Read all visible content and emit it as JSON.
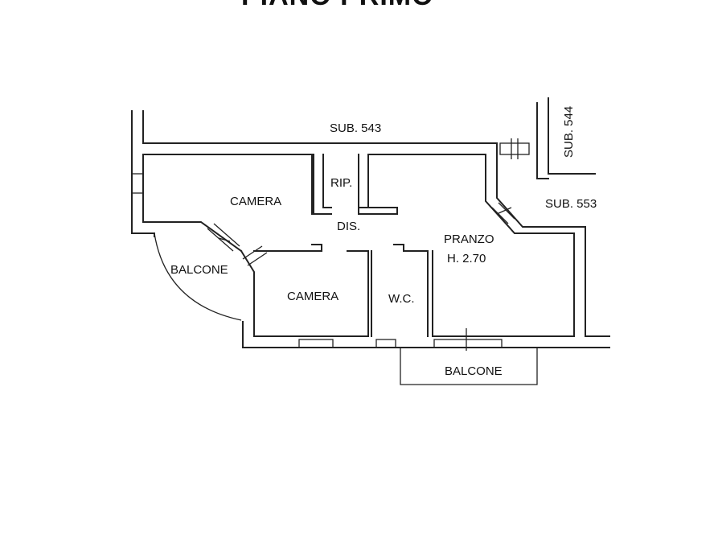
{
  "title": "PIANO PRIMO",
  "labels": {
    "sub_543": "SUB. 543",
    "sub_544": "SUB. 544",
    "sub_553": "SUB. 553",
    "camera_1": "CAMERA",
    "rip": "RIP.",
    "dis": "DIS.",
    "pranzo": "PRANZO",
    "height": "H. 2.70",
    "balcone_left": "BALCONE",
    "camera_2": "CAMERA",
    "wc": "W.C.",
    "balcone_bottom": "BALCONE"
  }
}
